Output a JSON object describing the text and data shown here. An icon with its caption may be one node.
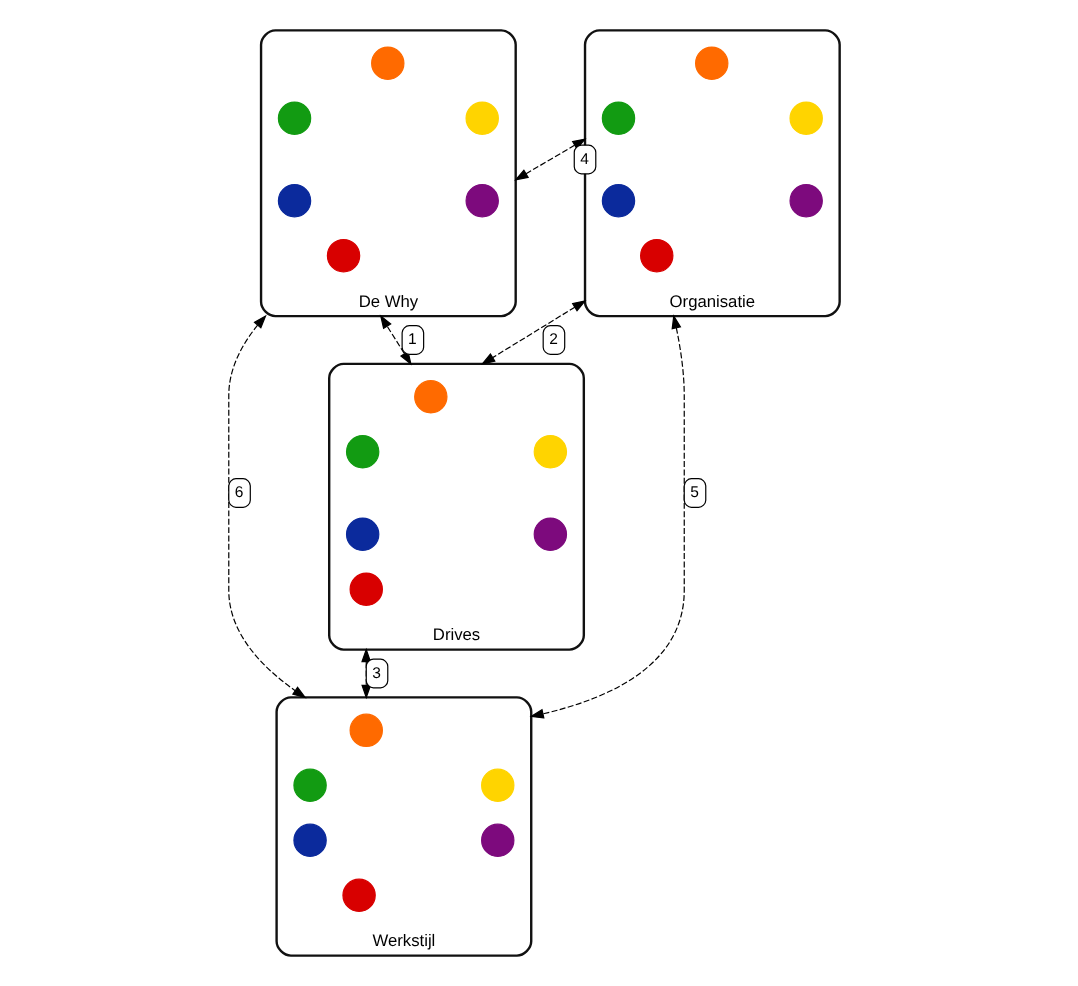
{
  "diagram": {
    "nodes": [
      {
        "text": [
          "De Why"
        ]
      },
      {
        "text": [],
        "shape": "circle",
        "in": 0
      },
      {
        "text": [],
        "shape": "circle",
        "in": 0
      },
      {
        "text": [],
        "shape": "circle",
        "in": 0
      },
      {
        "text": [],
        "shape": "circle",
        "in": 0
      },
      {
        "text": [],
        "shape": "circle",
        "in": 0
      },
      {
        "text": [],
        "shape": "circle",
        "in": 0
      },
      {
        "text": [
          "Organisatie"
        ]
      },
      {
        "text": [],
        "shape": "circle",
        "in": 7
      },
      {
        "text": [],
        "shape": "circle",
        "in": 7
      },
      {
        "text": [],
        "shape": "circle",
        "in": 7
      },
      {
        "text": [],
        "shape": "circle",
        "in": 7
      },
      {
        "text": [],
        "shape": "circle",
        "in": 7
      },
      {
        "text": [],
        "shape": "circle",
        "in": 7
      },
      {
        "text": [
          "Drives"
        ]
      },
      {
        "text": [],
        "shape": "circle",
        "in": 14
      },
      {
        "text": [],
        "shape": "circle",
        "in": 14
      },
      {
        "text": [],
        "shape": "circle",
        "in": 14
      },
      {
        "text": [],
        "shape": "circle",
        "in": 14
      },
      {
        "text": [],
        "shape": "circle",
        "in": 14
      },
      {
        "text": [],
        "shape": "circle",
        "in": 14
      },
      {
        "text": [
          "Werkstijl"
        ]
      },
      {
        "text": [],
        "shape": "circle",
        "in": 21
      },
      {
        "text": [],
        "shape": "circle",
        "in": 21
      },
      {
        "text": [],
        "shape": "circle",
        "in": 21
      },
      {
        "text": [],
        "shape": "circle",
        "in": 21
      },
      {
        "text": [],
        "shape": "circle",
        "in": 21
      },
      {
        "text": [],
        "shape": "circle",
        "in": 21
      }
    ],
    "edges": [
      {
        "from": 0,
        "to": 7,
        "arrow": "both",
        "style": "dashed",
        "label": "4"
      },
      {
        "from": 0,
        "to": 14,
        "arrow": "both",
        "style": "dashed",
        "label": "1"
      },
      {
        "from": 7,
        "to": 14,
        "arrow": "both",
        "style": "dashed",
        "label": "2"
      },
      {
        "from": 0,
        "to": 21,
        "arrow": "both",
        "style": "dashed",
        "label": "6"
      },
      {
        "from": 7,
        "to": 21,
        "arrow": "both",
        "style": "dashed",
        "label": "5"
      },
      {
        "from": 14,
        "to": 21,
        "arrow": "both",
        "style": "dashed",
        "label": "3"
      }
    ]
  }
}
